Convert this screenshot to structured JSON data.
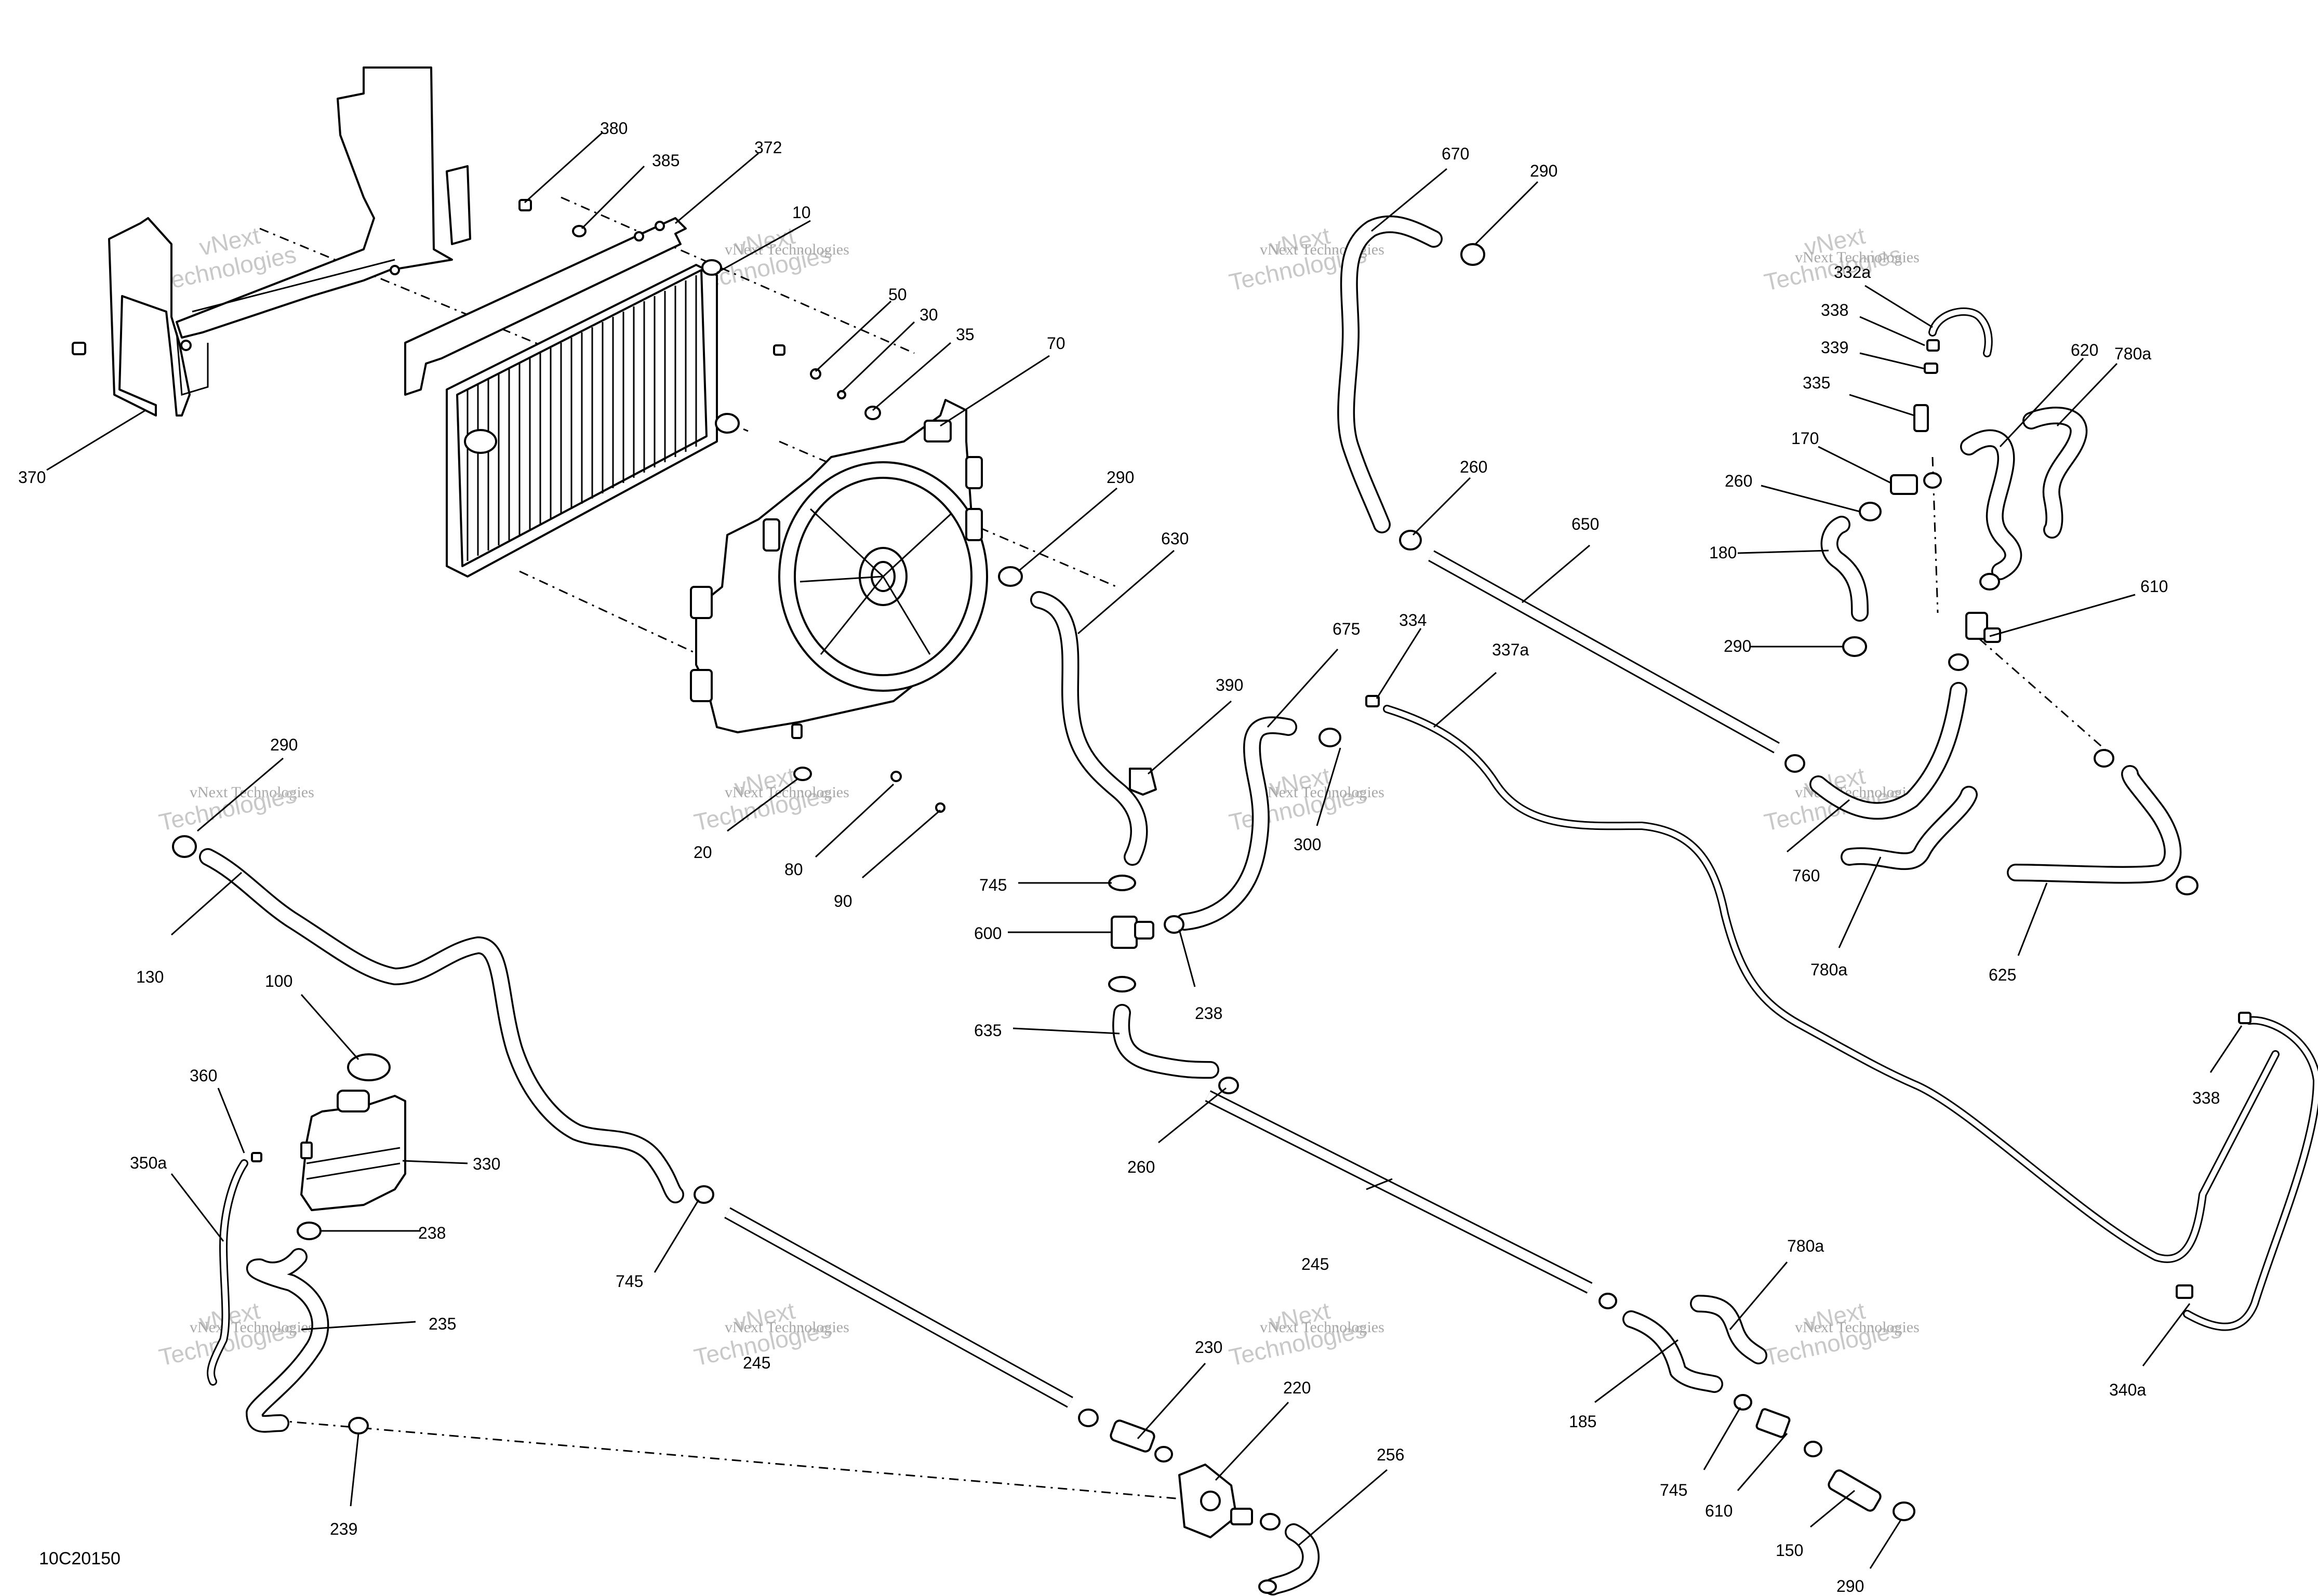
{
  "diagram": {
    "reference_code": "10C20150",
    "watermark": {
      "line1": "vNext Technologies",
      "line2": "Technologies",
      "line3": "vNext"
    },
    "callouts": [
      {
        "id": "c1",
        "label": "380"
      },
      {
        "id": "c2",
        "label": "385"
      },
      {
        "id": "c3",
        "label": "372"
      },
      {
        "id": "c4",
        "label": "10"
      },
      {
        "id": "c5",
        "label": "50"
      },
      {
        "id": "c6",
        "label": "30"
      },
      {
        "id": "c7",
        "label": "35"
      },
      {
        "id": "c8",
        "label": "70"
      },
      {
        "id": "c9",
        "label": "370"
      },
      {
        "id": "c10",
        "label": "290"
      },
      {
        "id": "c11",
        "label": "630"
      },
      {
        "id": "c12",
        "label": "670"
      },
      {
        "id": "c13",
        "label": "290"
      },
      {
        "id": "c14",
        "label": "260"
      },
      {
        "id": "c15",
        "label": "650"
      },
      {
        "id": "c16",
        "label": "675"
      },
      {
        "id": "c17",
        "label": "390"
      },
      {
        "id": "c18",
        "label": "300"
      },
      {
        "id": "c19",
        "label": "334"
      },
      {
        "id": "c20",
        "label": "337a"
      },
      {
        "id": "c21",
        "label": "332a"
      },
      {
        "id": "c22",
        "label": "338"
      },
      {
        "id": "c23",
        "label": "339"
      },
      {
        "id": "c24",
        "label": "335"
      },
      {
        "id": "c25",
        "label": "620"
      },
      {
        "id": "c26",
        "label": "780a"
      },
      {
        "id": "c27",
        "label": "170"
      },
      {
        "id": "c28",
        "label": "260"
      },
      {
        "id": "c29",
        "label": "180"
      },
      {
        "id": "c30",
        "label": "610"
      },
      {
        "id": "c31",
        "label": "290"
      },
      {
        "id": "c32",
        "label": "760"
      },
      {
        "id": "c33",
        "label": "780a"
      },
      {
        "id": "c34",
        "label": "625"
      },
      {
        "id": "c35",
        "label": "290"
      },
      {
        "id": "c36",
        "label": "20"
      },
      {
        "id": "c37",
        "label": "80"
      },
      {
        "id": "c38",
        "label": "90"
      },
      {
        "id": "c39",
        "label": "745"
      },
      {
        "id": "c40",
        "label": "600"
      },
      {
        "id": "c41",
        "label": "238"
      },
      {
        "id": "c42",
        "label": "635"
      },
      {
        "id": "c43",
        "label": "260"
      },
      {
        "id": "c44",
        "label": "130"
      },
      {
        "id": "c45",
        "label": "100"
      },
      {
        "id": "c46",
        "label": "360"
      },
      {
        "id": "c47",
        "label": "350a"
      },
      {
        "id": "c48",
        "label": "330"
      },
      {
        "id": "c49",
        "label": "238"
      },
      {
        "id": "c50",
        "label": "235"
      },
      {
        "id": "c51",
        "label": "745"
      },
      {
        "id": "c52",
        "label": "245"
      },
      {
        "id": "c53",
        "label": "245"
      },
      {
        "id": "c54",
        "label": "338"
      },
      {
        "id": "c55",
        "label": "780a"
      },
      {
        "id": "c56",
        "label": "230"
      },
      {
        "id": "c57",
        "label": "220"
      },
      {
        "id": "c58",
        "label": "256"
      },
      {
        "id": "c59",
        "label": "185"
      },
      {
        "id": "c60",
        "label": "340a"
      },
      {
        "id": "c61",
        "label": "745"
      },
      {
        "id": "c62",
        "label": "610"
      },
      {
        "id": "c63",
        "label": "150"
      },
      {
        "id": "c64",
        "label": "290"
      },
      {
        "id": "c65",
        "label": "239"
      }
    ]
  }
}
